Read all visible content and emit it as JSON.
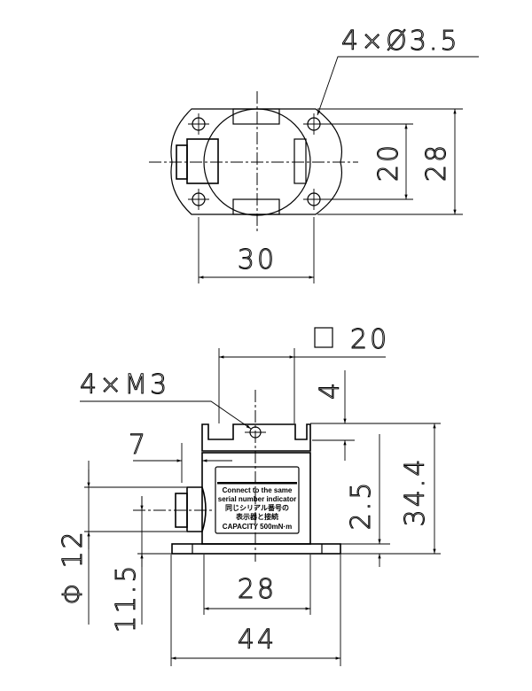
{
  "top_view": {
    "hole_callout": "4×Ø3.5",
    "dim_hole_pitch_vertical": "20",
    "dim_height": "28",
    "dim_hole_pitch_horizontal": "30"
  },
  "front_view": {
    "square_symbol": "□",
    "dim_square": "20",
    "thread_callout": "4×M3",
    "dim_clamp": "4",
    "dim_7": "7",
    "dim_2_5": "2.5",
    "dim_34_4": "34.4",
    "dim_diameter": "Φ 12",
    "dim_11_5": "11.5",
    "dim_body_width": "28",
    "dim_base_width": "44",
    "label": {
      "line1": "Connect to the same",
      "line2": "serial number indicator",
      "line3": "同じシリアル番号の",
      "line4": "表示器と接続",
      "line5": "CAPACITY  500mN·m"
    }
  }
}
